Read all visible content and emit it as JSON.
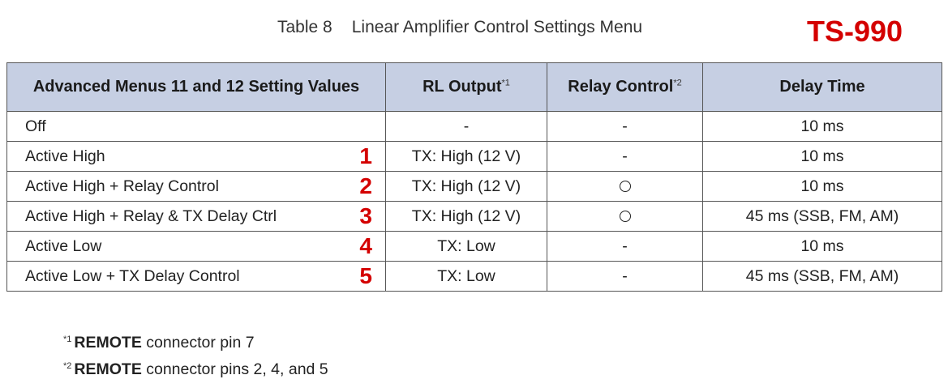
{
  "caption": {
    "number": "Table 8",
    "title": "Linear Amplifier Control Settings Menu"
  },
  "model_label": "TS-990",
  "table": {
    "headers": {
      "setting_values": "Advanced Menus 11 and 12 Setting Values",
      "rl_output": "RL Output",
      "rl_output_note": "*1",
      "relay_control": "Relay Control",
      "relay_control_note": "*2",
      "delay_time": "Delay Time"
    },
    "rows": [
      {
        "setting": "Off",
        "index": "",
        "rl_output": "-",
        "relay_control": "-",
        "delay_time": "10 ms"
      },
      {
        "setting": "Active High",
        "index": "1",
        "rl_output": "TX: High (12 V)",
        "relay_control": "-",
        "delay_time": "10 ms"
      },
      {
        "setting": "Active High + Relay Control",
        "index": "2",
        "rl_output": "TX: High (12 V)",
        "relay_control": "circle-icon",
        "delay_time": "10 ms"
      },
      {
        "setting": "Active High + Relay & TX Delay Ctrl",
        "index": "3",
        "rl_output": "TX: High (12 V)",
        "relay_control": "circle-icon",
        "delay_time": "45 ms (SSB, FM, AM)"
      },
      {
        "setting": "Active Low",
        "index": "4",
        "rl_output": "TX: Low",
        "relay_control": "-",
        "delay_time": "10 ms"
      },
      {
        "setting": "Active Low + TX Delay Control",
        "index": "5",
        "rl_output": "TX: Low",
        "relay_control": "-",
        "delay_time": "45 ms (SSB, FM, AM)"
      }
    ]
  },
  "footnotes": [
    {
      "mark": "*1",
      "bold": "REMOTE",
      "text": " connector pin 7"
    },
    {
      "mark": "*2",
      "bold": "REMOTE",
      "text": " connector pins 2, 4, and 5"
    }
  ],
  "colors": {
    "header_bg": "#c6cfe3",
    "accent_red": "#d40000"
  }
}
